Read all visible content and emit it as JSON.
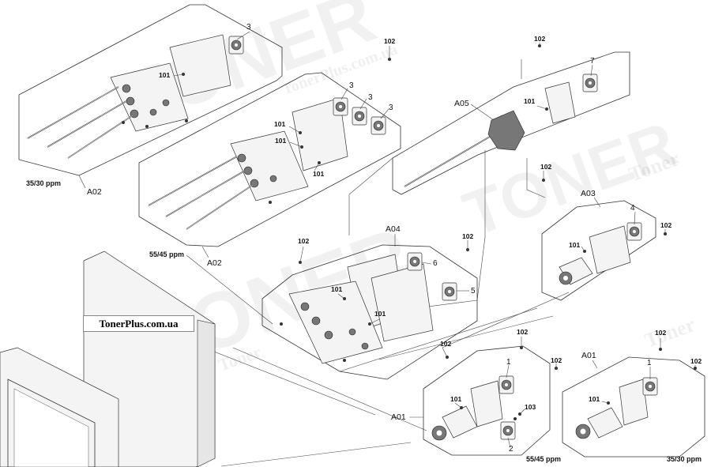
{
  "brand_label": "TonerPlus.com.ua",
  "watermarks": {
    "big": "TONER",
    "small": "Toner",
    "url": "TonerPlus.com.ua"
  },
  "groups": {
    "a02_top": "A02",
    "a02_mid": "A02",
    "a05": "A05",
    "a04": "A04",
    "a03": "A03",
    "a01_left": "A01",
    "a01_right": "A01"
  },
  "speeds": {
    "ppm_35_30_left": "35/30 ppm",
    "ppm_55_45_mid": "55/45 ppm",
    "ppm_55_45_bottom": "55/45 ppm",
    "ppm_35_30_bottom": "35/30 ppm"
  },
  "callouts": {
    "a02_top_motor": "3",
    "a02_top_screw": "101",
    "a02_mid_motor_1": "3",
    "a02_mid_motor_2": "3",
    "a02_mid_motor_3": "3",
    "a02_mid_screw_1": "101",
    "a02_mid_screw_2": "101",
    "a02_mid_screw_3": "101",
    "a02_mid_bolt": "102",
    "a05_bolt_top": "102",
    "a05_motor": "7",
    "a05_screw": "101",
    "a05_bolt_bottom": "102",
    "a04_bolt_left": "102",
    "a04_bolt_right": "102",
    "a04_motor_6": "6",
    "a04_motor_5": "5",
    "a04_screw_1": "101",
    "a04_screw_2": "101",
    "a04_bolt_bottom": "102",
    "a03_motor": "4",
    "a03_bolt": "102",
    "a03_screw": "101",
    "a01l_bolt_left": "102",
    "a01l_bolt_right": "102",
    "a01l_motor_1": "1",
    "a01l_screw": "101",
    "a01l_part_103": "103",
    "a01l_motor_2": "2",
    "a01r_bolt_left": "102",
    "a01r_bolt_right": "102",
    "a01r_motor_1": "1",
    "a01r_screw": "101"
  }
}
